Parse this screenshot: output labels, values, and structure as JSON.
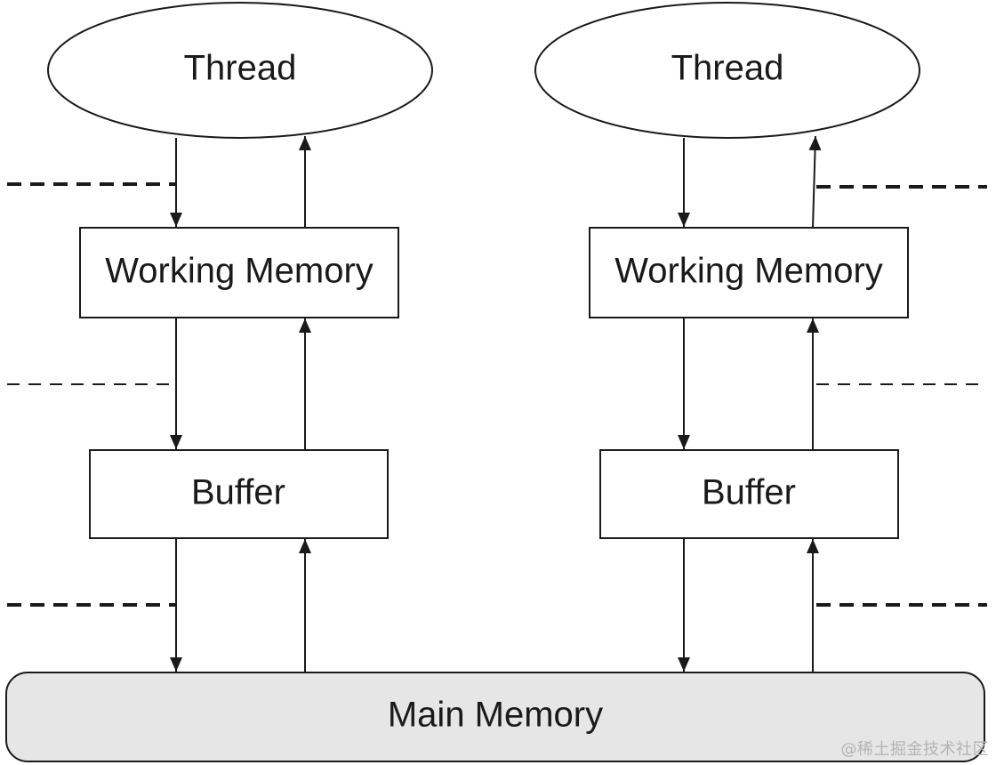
{
  "diagram": {
    "colors": {
      "stroke": "#1a1a1a",
      "node_fill": "#ffffff",
      "main_memory_fill": "#e6e6e6",
      "text": "#1a1a1a"
    },
    "left": {
      "thread_label": "Thread",
      "working_memory_label": "Working Memory",
      "buffer_label": "Buffer"
    },
    "right": {
      "thread_label": "Thread",
      "working_memory_label": "Working Memory",
      "buffer_label": "Buffer"
    },
    "main_memory_label": "Main Memory"
  },
  "watermark": "@稀土掘金技术社区"
}
